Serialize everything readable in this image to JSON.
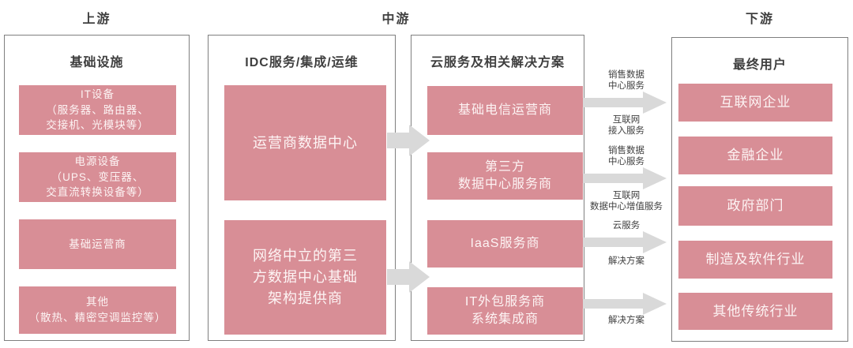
{
  "diagram": {
    "stages": {
      "upstream": "上游",
      "midstream": "中游",
      "downstream": "下游"
    },
    "panels": [
      {
        "title": "基础设施",
        "items": [
          {
            "text": "IT设备\n（服务器、路由器、\n交接机、光模块等）"
          },
          {
            "text": "电源设备\n（UPS、变压器、\n交直流转换设备等）"
          },
          {
            "text": "基础运营商"
          },
          {
            "text": "其他\n（散热、精密空调监控等）"
          }
        ]
      },
      {
        "title": "IDC服务/集成/运维",
        "items": [
          {
            "text": "运营商数据中心"
          },
          {
            "text": "网络中立的第三\n方数据中心基础\n架构提供商"
          }
        ]
      },
      {
        "title": "云服务及相关解决方案",
        "items": [
          {
            "text": "基础电信运营商"
          },
          {
            "text": "第三方\n数据中心服务商"
          },
          {
            "text": "IaaS服务商"
          },
          {
            "text": "IT外包服务商\n系统集成商"
          }
        ]
      },
      {
        "title": "最终用户",
        "items": [
          {
            "text": "互联网企业"
          },
          {
            "text": "金融企业"
          },
          {
            "text": "政府部门"
          },
          {
            "text": "制造及软件行业"
          },
          {
            "text": "其他传统行业"
          }
        ]
      }
    ],
    "flow_labels": [
      {
        "text": "销售数据\n中心服务"
      },
      {
        "text": "互联网\n接入服务"
      },
      {
        "text": "销售数据\n中心服务"
      },
      {
        "text": "互联网\n数据中心增值服务"
      },
      {
        "text": "云服务"
      },
      {
        "text": "解决方案"
      },
      {
        "text": "解决方案"
      }
    ],
    "colors": {
      "box_fill": "#d88e96",
      "box_text": "#fdf4f4",
      "panel_border": "#7f7f7f",
      "arrow_fill": "#d9d9d9",
      "heading_text": "#3f3f3f",
      "background": "#ffffff"
    }
  }
}
